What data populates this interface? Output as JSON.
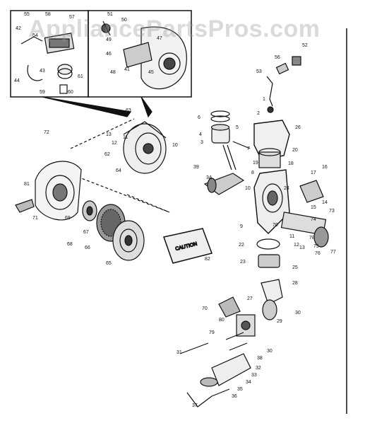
{
  "watermark": "AppliancePartsPros.com",
  "box_label": "CAUTION",
  "callouts": [
    {
      "id": "c55",
      "text": "55"
    },
    {
      "id": "c58",
      "text": "58"
    },
    {
      "id": "c57",
      "text": "57"
    },
    {
      "id": "c42",
      "text": "42"
    },
    {
      "id": "c54",
      "text": "54"
    },
    {
      "id": "c43",
      "text": "43"
    },
    {
      "id": "c61",
      "text": "61"
    },
    {
      "id": "c44",
      "text": "44"
    },
    {
      "id": "c59",
      "text": "59"
    },
    {
      "id": "c60",
      "text": "60"
    },
    {
      "id": "c51",
      "text": "51"
    },
    {
      "id": "c50",
      "text": "50"
    },
    {
      "id": "c49",
      "text": "49"
    },
    {
      "id": "c47",
      "text": "47"
    },
    {
      "id": "c46",
      "text": "46"
    },
    {
      "id": "c48",
      "text": "48"
    },
    {
      "id": "c41",
      "text": "41"
    },
    {
      "id": "c45",
      "text": "45"
    },
    {
      "id": "c56",
      "text": "56"
    },
    {
      "id": "c52",
      "text": "52"
    },
    {
      "id": "c53",
      "text": "53"
    },
    {
      "id": "c1",
      "text": "1"
    },
    {
      "id": "c2",
      "text": "2"
    },
    {
      "id": "c63",
      "text": "63"
    },
    {
      "id": "c6",
      "text": "6"
    },
    {
      "id": "c5",
      "text": "5"
    },
    {
      "id": "c26",
      "text": "26"
    },
    {
      "id": "c4",
      "text": "4"
    },
    {
      "id": "c3",
      "text": "3"
    },
    {
      "id": "c7",
      "text": "7"
    },
    {
      "id": "c13",
      "text": "13"
    },
    {
      "id": "c12",
      "text": "12"
    },
    {
      "id": "c11",
      "text": "11"
    },
    {
      "id": "c62",
      "text": "62"
    },
    {
      "id": "c64",
      "text": "64"
    },
    {
      "id": "c10",
      "text": "10"
    },
    {
      "id": "c20",
      "text": "20"
    },
    {
      "id": "c72",
      "text": "72"
    },
    {
      "id": "c19",
      "text": "19"
    },
    {
      "id": "c39",
      "text": "39"
    },
    {
      "id": "c3A",
      "text": "3A"
    },
    {
      "id": "c18",
      "text": "18"
    },
    {
      "id": "c17",
      "text": "17"
    },
    {
      "id": "c16",
      "text": "16"
    },
    {
      "id": "c8",
      "text": "8"
    },
    {
      "id": "c10b",
      "text": "10"
    },
    {
      "id": "c24",
      "text": "24"
    },
    {
      "id": "c15",
      "text": "15"
    },
    {
      "id": "c14",
      "text": "14"
    },
    {
      "id": "c73",
      "text": "73"
    },
    {
      "id": "c81",
      "text": "81"
    },
    {
      "id": "c71",
      "text": "71"
    },
    {
      "id": "c69",
      "text": "69"
    },
    {
      "id": "c9",
      "text": "9"
    },
    {
      "id": "c74",
      "text": "74"
    },
    {
      "id": "c68",
      "text": "68"
    },
    {
      "id": "c67",
      "text": "67"
    },
    {
      "id": "c70a",
      "text": "70"
    },
    {
      "id": "c66",
      "text": "66"
    },
    {
      "id": "c11b",
      "text": "11"
    },
    {
      "id": "c12b",
      "text": "12"
    },
    {
      "id": "c13b",
      "text": "13"
    },
    {
      "id": "c78",
      "text": "78"
    },
    {
      "id": "c75",
      "text": "75"
    },
    {
      "id": "c76",
      "text": "76"
    },
    {
      "id": "c77",
      "text": "77"
    },
    {
      "id": "c22",
      "text": "22"
    },
    {
      "id": "c65",
      "text": "65"
    },
    {
      "id": "c82",
      "text": "82"
    },
    {
      "id": "c23",
      "text": "23"
    },
    {
      "id": "c25",
      "text": "25"
    },
    {
      "id": "c28",
      "text": "28"
    },
    {
      "id": "c70b",
      "text": "70"
    },
    {
      "id": "c27",
      "text": "27"
    },
    {
      "id": "c30",
      "text": "30"
    },
    {
      "id": "c80",
      "text": "80"
    },
    {
      "id": "c29",
      "text": "29"
    },
    {
      "id": "c79",
      "text": "79"
    },
    {
      "id": "c30b",
      "text": "30"
    },
    {
      "id": "c31",
      "text": "31"
    },
    {
      "id": "c38",
      "text": "38"
    },
    {
      "id": "c32",
      "text": "32"
    },
    {
      "id": "c33",
      "text": "33"
    },
    {
      "id": "c34",
      "text": "34"
    },
    {
      "id": "c35",
      "text": "35"
    },
    {
      "id": "c36",
      "text": "36"
    },
    {
      "id": "c37",
      "text": "37"
    }
  ]
}
